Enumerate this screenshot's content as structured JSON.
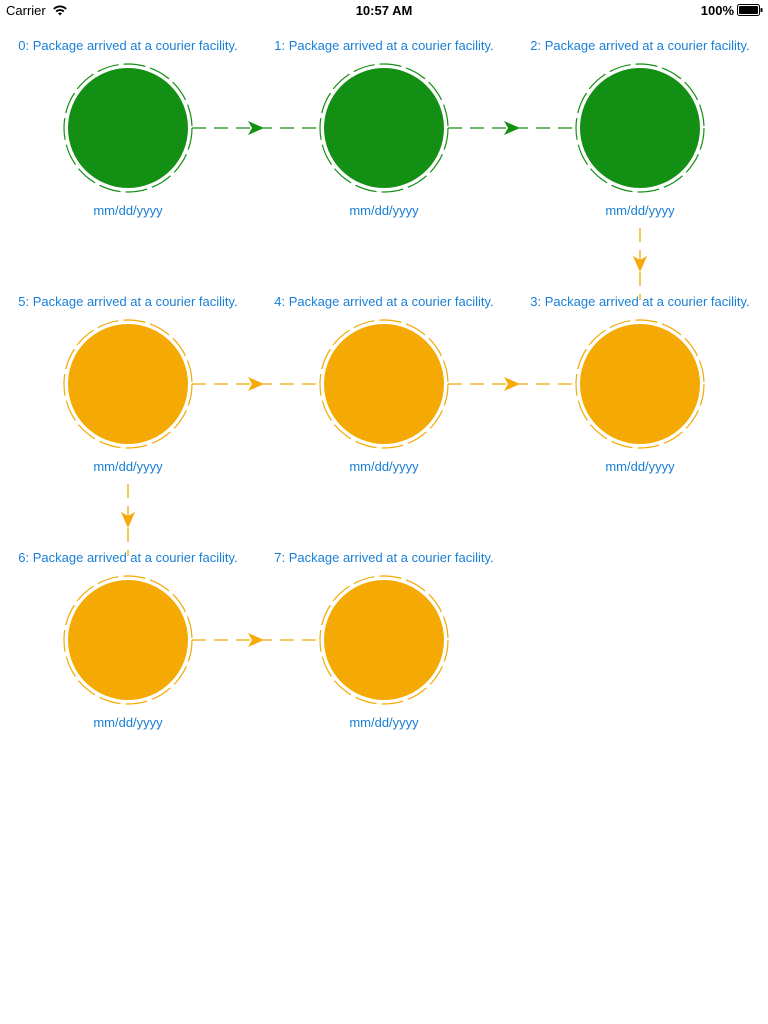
{
  "status_bar": {
    "carrier": "Carrier",
    "time": "10:57 AM",
    "battery": "100%"
  },
  "colors": {
    "completed": "#138f13",
    "pending": "#f4a905",
    "text": "#1a7fd6"
  },
  "steps": [
    {
      "title": "0: Package arrived at a courier facility.",
      "date": "mm/dd/yyyy",
      "state": "completed"
    },
    {
      "title": "1: Package arrived at a courier facility.",
      "date": "mm/dd/yyyy",
      "state": "completed"
    },
    {
      "title": "2: Package arrived at a courier facility.",
      "date": "mm/dd/yyyy",
      "state": "completed"
    },
    {
      "title": "3: Package arrived at a courier facility.",
      "date": "mm/dd/yyyy",
      "state": "pending"
    },
    {
      "title": "4: Package arrived at a courier facility.",
      "date": "mm/dd/yyyy",
      "state": "pending"
    },
    {
      "title": "5: Package arrived at a courier facility.",
      "date": "mm/dd/yyyy",
      "state": "pending"
    },
    {
      "title": "6: Package arrived at a courier facility.",
      "date": "mm/dd/yyyy",
      "state": "pending"
    },
    {
      "title": "7: Package arrived at a courier facility.",
      "date": "mm/dd/yyyy",
      "state": "pending"
    }
  ]
}
